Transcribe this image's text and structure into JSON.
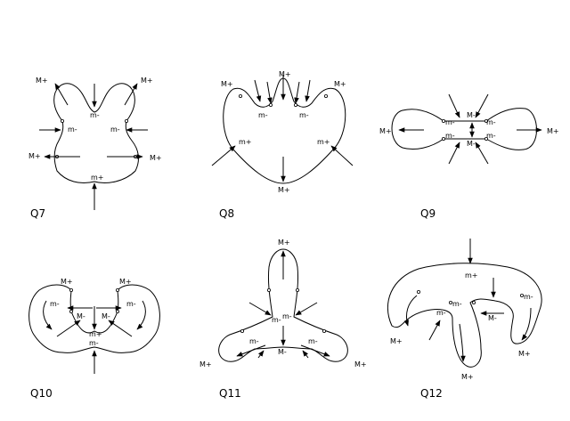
{
  "diagrams": [
    {
      "id": "Q7",
      "caption": "Q7",
      "labels": [
        "M+",
        "M+",
        "m-",
        "m-",
        "m-",
        "M+",
        "M+",
        "m+"
      ]
    },
    {
      "id": "Q8",
      "caption": "Q8",
      "labels": [
        "M+",
        "M+",
        "M+",
        "m-",
        "m-",
        "m+",
        "m+",
        "M+"
      ]
    },
    {
      "id": "Q9",
      "caption": "Q9",
      "labels": [
        "M+",
        "M+",
        "M-",
        "M-",
        "m-",
        "m-",
        "m-",
        "m-"
      ]
    },
    {
      "id": "Q10",
      "caption": "Q10",
      "labels": [
        "M+",
        "M+",
        "m-",
        "m-",
        "M-",
        "M-",
        "m+",
        "m-"
      ]
    },
    {
      "id": "Q11",
      "caption": "Q11",
      "labels": [
        "M+",
        "m-",
        "m-",
        "m-",
        "m-",
        "M-",
        "M+",
        "M+"
      ]
    },
    {
      "id": "Q12",
      "caption": "Q12",
      "labels": [
        "m+",
        "m-",
        "m-",
        "M-",
        "m-",
        "M+",
        "M+",
        "M+"
      ]
    }
  ],
  "colors": {
    "ink": "#000000",
    "background": "#ffffff"
  }
}
